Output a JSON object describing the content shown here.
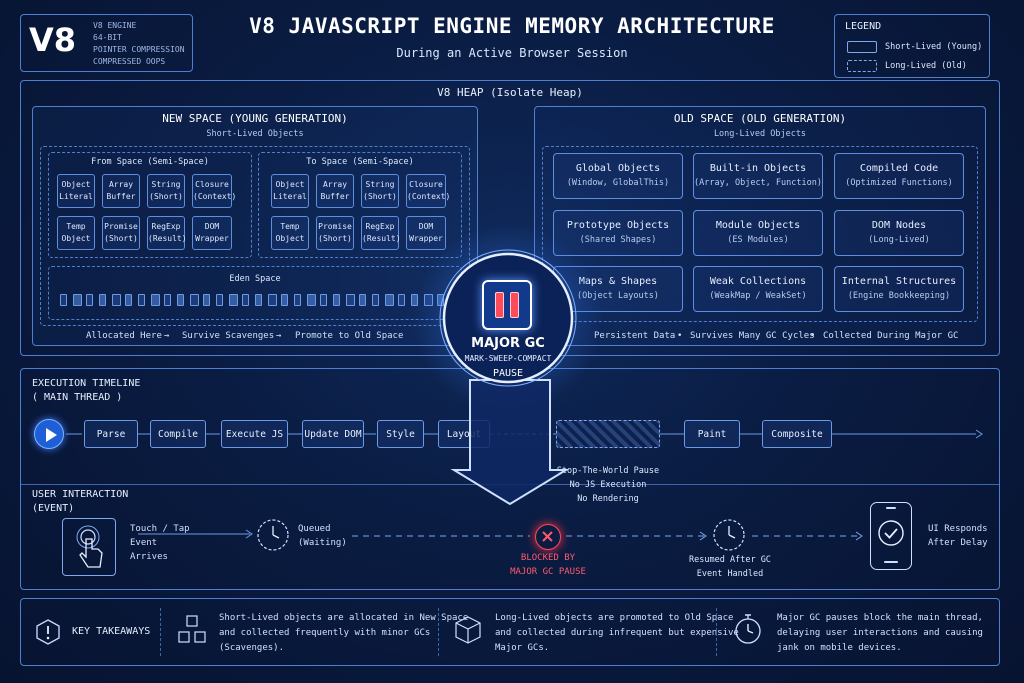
{
  "badge": {
    "logo": "V8",
    "lines": [
      "V8 ENGINE",
      "64-BIT",
      "POINTER COMPRESSION",
      "COMPRESSED OOPS"
    ]
  },
  "title": "V8 JAVASCRIPT ENGINE MEMORY ARCHITECTURE",
  "subtitle": "During an Active Browser Session",
  "legend": {
    "title": "LEGEND",
    "items": [
      "Short-Lived (Young)",
      "Long-Lived (Old)"
    ]
  },
  "heap": {
    "title": "V8 HEAP (Isolate Heap)",
    "new_space": {
      "title": "NEW SPACE (YOUNG GENERATION)",
      "subtitle": "Short-Lived Objects",
      "from_title": "From Space (Semi-Space)",
      "to_title": "To Space (Semi-Space)",
      "objects": [
        [
          "Object",
          "Literal"
        ],
        [
          "Array",
          "Buffer"
        ],
        [
          "String",
          "(Short)"
        ],
        [
          "Closure",
          "(Context)"
        ],
        [
          "Temp",
          "Object"
        ],
        [
          "Promise",
          "(Short)"
        ],
        [
          "RegExp",
          "(Result)"
        ],
        [
          "DOM",
          "Wrapper"
        ]
      ],
      "eden": "Eden Space",
      "flow": [
        "Allocated Here",
        "Survive Scavenges",
        "Promote to Old Space"
      ],
      "arrow": "→"
    },
    "old_space": {
      "title": "OLD SPACE (OLD GENERATION)",
      "subtitle": "Long-Lived Objects",
      "objects": [
        [
          "Global Objects",
          "(Window, GlobalThis)"
        ],
        [
          "Built-in Objects",
          "(Array, Object, Function)"
        ],
        [
          "Compiled Code",
          "(Optimized Functions)"
        ],
        [
          "Prototype Objects",
          "(Shared Shapes)"
        ],
        [
          "Module Objects",
          "(ES Modules)"
        ],
        [
          "DOM Nodes",
          "(Long-Lived)"
        ],
        [
          "Maps & Shapes",
          "(Object Layouts)"
        ],
        [
          "Weak Collections",
          "(WeakMap / WeakSet)"
        ],
        [
          "Internal Structures",
          "(Engine Bookkeeping)"
        ]
      ],
      "footer": [
        "Persistent Data",
        "Survives Many GC Cycles",
        "Collected During Major GC"
      ],
      "sep": "•"
    }
  },
  "gc": {
    "line1": "MAJOR GC",
    "line2": "MARK-SWEEP-COMPACT",
    "line3": "PAUSE"
  },
  "timeline": {
    "title1": "EXECUTION TIMELINE",
    "title2": "( MAIN THREAD )",
    "steps": [
      "Parse",
      "Compile",
      "Execute JS",
      "Update DOM",
      "Style",
      "Layout",
      "Paint",
      "Composite"
    ],
    "pause_notes": [
      "Stop-The-World Pause",
      "No JS Execution",
      "No Rendering"
    ]
  },
  "interaction": {
    "title1": "USER INTERACTION",
    "title2": "(EVENT)",
    "touch": [
      "Touch / Tap",
      "Event",
      "Arrives"
    ],
    "queued": [
      "Queued",
      "(Waiting)"
    ],
    "blocked": [
      "BLOCKED BY",
      "MAJOR GC PAUSE"
    ],
    "resumed": [
      "Resumed After GC",
      "Event Handled"
    ],
    "responds": [
      "UI Responds",
      "After Delay"
    ]
  },
  "takeaways": {
    "title": "KEY TAKEAWAYS",
    "items": [
      [
        "Short-Lived objects are allocated in New Space",
        "and collected frequently with minor GCs",
        "(Scavenges)."
      ],
      [
        "Long-Lived objects are promoted to Old Space",
        "and collected during infrequent but expensive",
        "Major GCs."
      ],
      [
        "Major GC pauses block the main thread,",
        "delaying user interactions and causing",
        "jank on mobile devices."
      ]
    ]
  },
  "colors": {
    "accent": "#4f7fd0",
    "highlight": "#7fb2ff",
    "danger": "#ff4a5a",
    "background": "#0a1c42"
  }
}
